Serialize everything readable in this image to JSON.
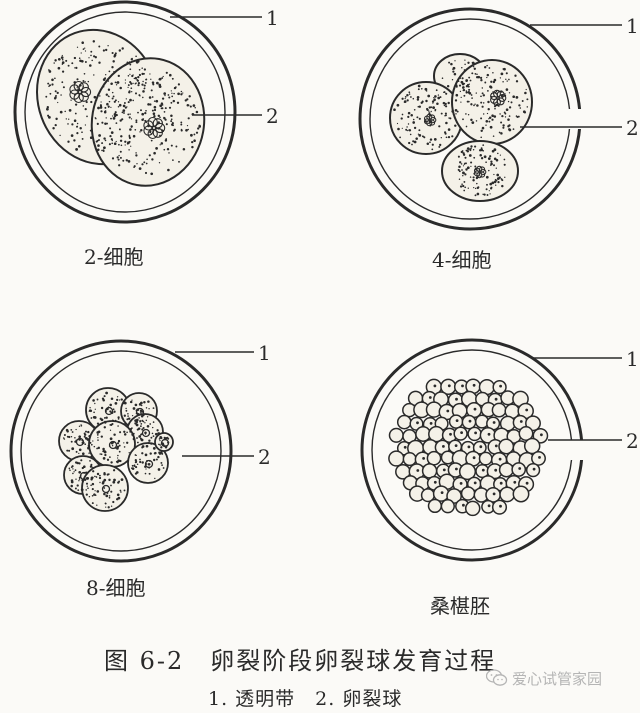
{
  "panels": [
    {
      "id": "two-cell",
      "caption": "2-细胞",
      "labels": [
        "1",
        "2"
      ]
    },
    {
      "id": "four-cell",
      "caption": "4-细胞",
      "labels": [
        "1",
        "2"
      ]
    },
    {
      "id": "eight-cell",
      "caption": "8-细胞",
      "labels": [
        "1",
        "2"
      ]
    },
    {
      "id": "morula",
      "caption": "桑椹胚",
      "labels": [
        "1",
        "2"
      ]
    }
  ],
  "figure": {
    "title": "图 6-2　卵裂阶段卵裂球发育过程",
    "legend": "1. 透明带　2. 卵裂球"
  },
  "watermark": {
    "text": "爱心试管家园",
    "icon": "wechat-icon"
  },
  "colors": {
    "ink": "#2a2a2a",
    "cell_fill": "#f4f1e8",
    "background": "#fbfaf7"
  }
}
